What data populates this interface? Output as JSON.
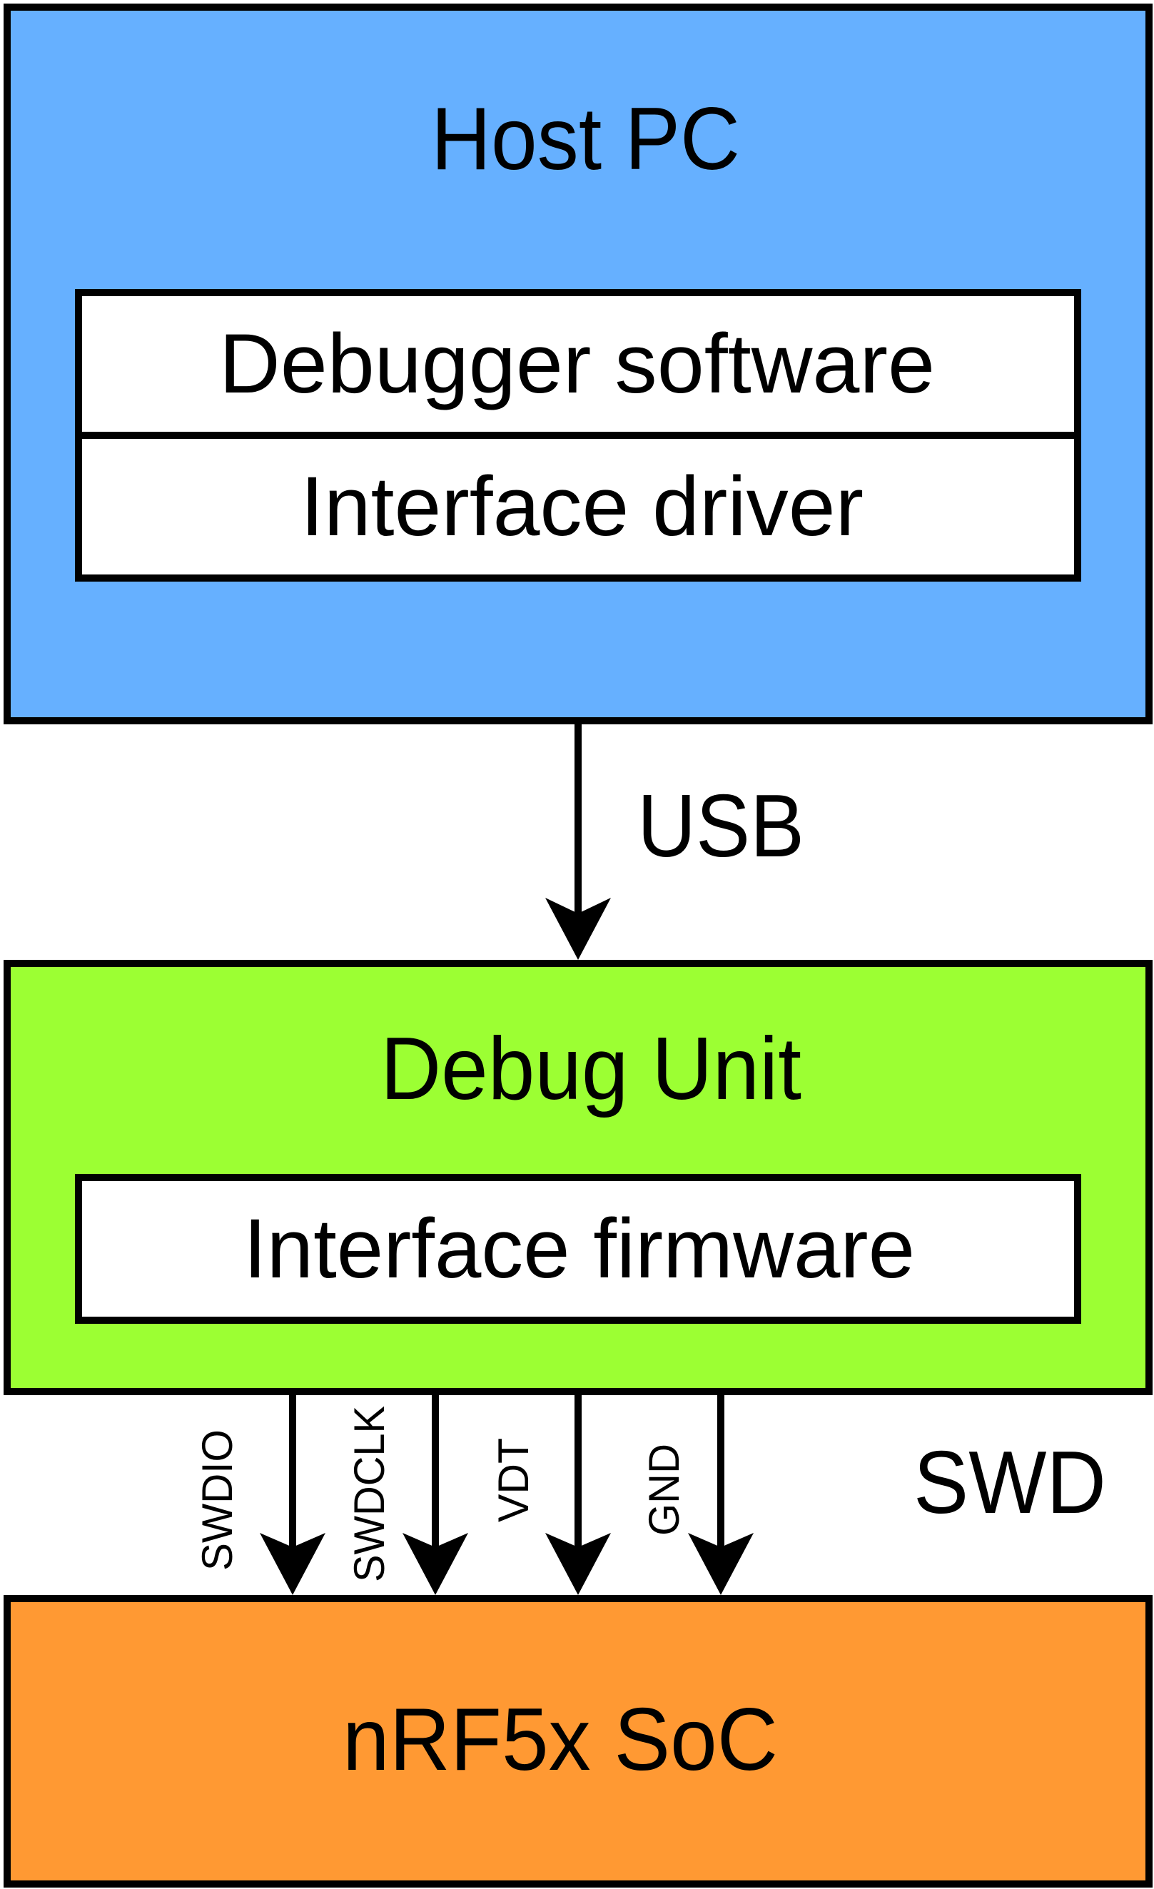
{
  "diagram": {
    "title": "Debug setup block diagram",
    "colors": {
      "host": "#66B0FF",
      "debug_unit": "#9CFF33",
      "soc": "#FF9933",
      "inner": "#FFFFFF",
      "stroke": "#000000"
    },
    "host_pc": {
      "label": "Host PC",
      "layers": [
        "Debugger software",
        "Interface driver"
      ]
    },
    "usb_link": {
      "label": "USB"
    },
    "debug_unit": {
      "label": "Debug Unit",
      "layers": [
        "Interface firmware"
      ]
    },
    "swd_link": {
      "label": "SWD",
      "signals": [
        "SWDIO",
        "SWDCLK",
        "VDT",
        "GND"
      ]
    },
    "soc": {
      "label": "nRF5x SoC"
    }
  }
}
